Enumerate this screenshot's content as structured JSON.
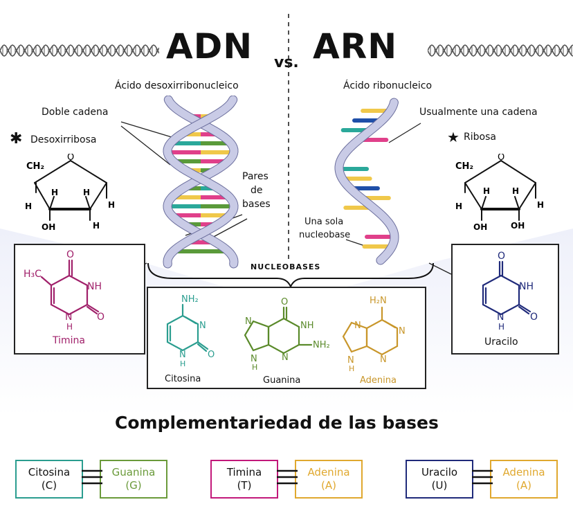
{
  "title": {
    "left": "ADN",
    "vs": "vs.",
    "right": "ARN"
  },
  "dna": {
    "subtitle": "Ácido desoxirribonucleico",
    "label_strands": "Doble cadena",
    "label_sugar": "Desoxirribosa",
    "label_pairs": [
      "Pares",
      "de",
      "bases"
    ],
    "sugar": {
      "ch2": "CH₂",
      "o": "O",
      "h": "H",
      "oh": "OH"
    }
  },
  "rna": {
    "subtitle": "Ácido ribonucleico",
    "label_strands": "Usualmente una cadena",
    "label_sugar": "Ribosa",
    "label_base": [
      "Una sola",
      "nucleobase"
    ],
    "sugar": {
      "ch2": "CH₂",
      "o": "O",
      "h": "H",
      "oh": "OH"
    }
  },
  "nucleobases_label": "NUCLEOBASES",
  "molecules": {
    "thymine": {
      "name": "Timina",
      "methyl": "H₃C",
      "o": "O",
      "nh": "NH",
      "n": "N",
      "h": "H"
    },
    "cytosine": {
      "name": "Citosina",
      "nh2": "NH₂",
      "n": "N",
      "o": "O",
      "h": "H"
    },
    "guanine": {
      "name": "Guanina",
      "o": "O",
      "nh": "NH",
      "n": "N",
      "nh2": "NH₂",
      "h": "H"
    },
    "adenine": {
      "name": "Adenina",
      "nh2": "H₂N",
      "n": "N",
      "h": "H"
    },
    "uracil": {
      "name": "Uracilo",
      "o": "O",
      "nh": "NH",
      "n": "N",
      "h": "H"
    }
  },
  "complementarity_title": "Complementariedad de las bases",
  "pairs": [
    {
      "left": {
        "name": "Citosina",
        "abbr": "(C)",
        "color": "#2a9d8f"
      },
      "right": {
        "name": "Guanina",
        "abbr": "(G)",
        "color": "#6a9a3a"
      }
    },
    {
      "left": {
        "name": "Timina",
        "abbr": "(T)",
        "color": "#c2187a"
      },
      "right": {
        "name": "Adenina",
        "abbr": "(A)",
        "color": "#e0a82e"
      }
    },
    {
      "left": {
        "name": "Uracilo",
        "abbr": "(U)",
        "color": "#1f2a7a"
      },
      "right": {
        "name": "Adenina",
        "abbr": "(A)",
        "color": "#e0a82e"
      }
    }
  ],
  "colors": {
    "backbone": "#c9cbe6",
    "backbone_stroke": "#6a6d9c",
    "pink": "#e0408a",
    "green": "#5a9a3a",
    "yellow": "#f0c84a",
    "teal": "#2aa89a",
    "blue": "#1f4fa8",
    "thymine": "#a0206a",
    "cytosine": "#2a9d8f",
    "guanine": "#5a8a2a",
    "adenine": "#c8962a",
    "uracil": "#1f2a7a"
  },
  "icons": {
    "star_dna": "asterisk-icon",
    "star_rna": "star-icon"
  }
}
